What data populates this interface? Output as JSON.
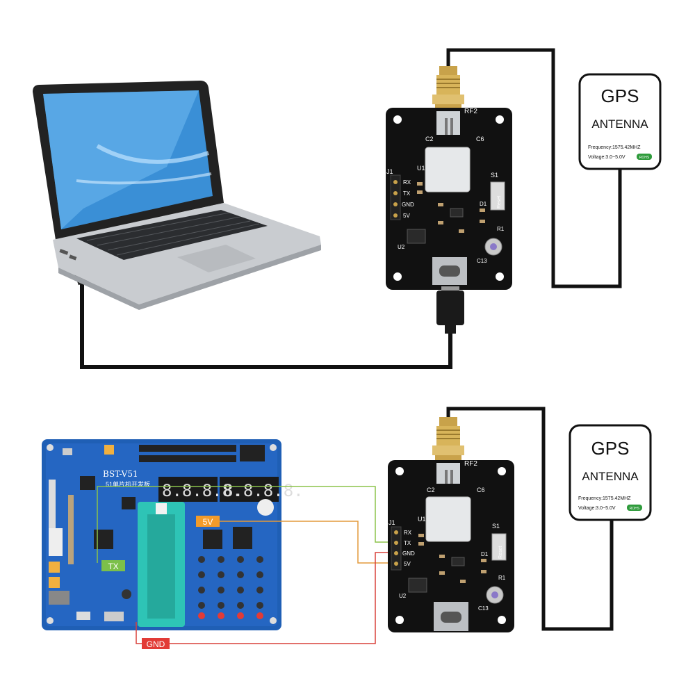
{
  "top": {
    "antenna": {
      "title": "GPS",
      "subtitle": "ANTENNA",
      "frequency": "Frequency:1575.42MHZ",
      "voltage": "Voltage:3.0~5.0V",
      "badge": "ROHS"
    },
    "module": {
      "rf_label": "RF2",
      "c2": "C2",
      "c6": "C6",
      "u1": "U1",
      "j1": "J1",
      "s1": "S1",
      "reset": "Reset",
      "pins": [
        "RX",
        "TX",
        "GND",
        "5V"
      ],
      "c13": "C13",
      "u2": "U2",
      "r1": "R1",
      "d1": "D1"
    }
  },
  "bottom": {
    "antenna": {
      "title": "GPS",
      "subtitle": "ANTENNA",
      "frequency": "Frequency:1575.42MHZ",
      "voltage": "Voltage:3.0~5.0V",
      "badge": "ROHS"
    },
    "module": {
      "rf_label": "RF2",
      "c2": "C2",
      "c6": "C6",
      "u1": "U1",
      "j1": "J1",
      "s1": "S1",
      "reset": "Reset",
      "pins": [
        "RX",
        "TX",
        "GND",
        "5V"
      ],
      "c13": "C13",
      "u2": "U2",
      "r1": "R1",
      "d1": "D1"
    },
    "board": {
      "model": "BST-V51",
      "name": "51单片机开发板",
      "display_digits": "8.8.8.8.",
      "display_digits_2": "8.8.8.8."
    },
    "wire_labels": {
      "tx": "TX",
      "v5": "5V",
      "gnd": "GND"
    }
  },
  "colors": {
    "pcb_black": "#111111",
    "board_blue": "#1f5fb5",
    "zif_teal": "#2ec4b6",
    "wire_green": "#8bc34a",
    "wire_orange": "#e39a3b",
    "wire_red": "#d9403a",
    "label_green": "#7cc04a",
    "label_orange": "#f29b2a",
    "label_red": "#e23b36",
    "cable": "#111111"
  }
}
